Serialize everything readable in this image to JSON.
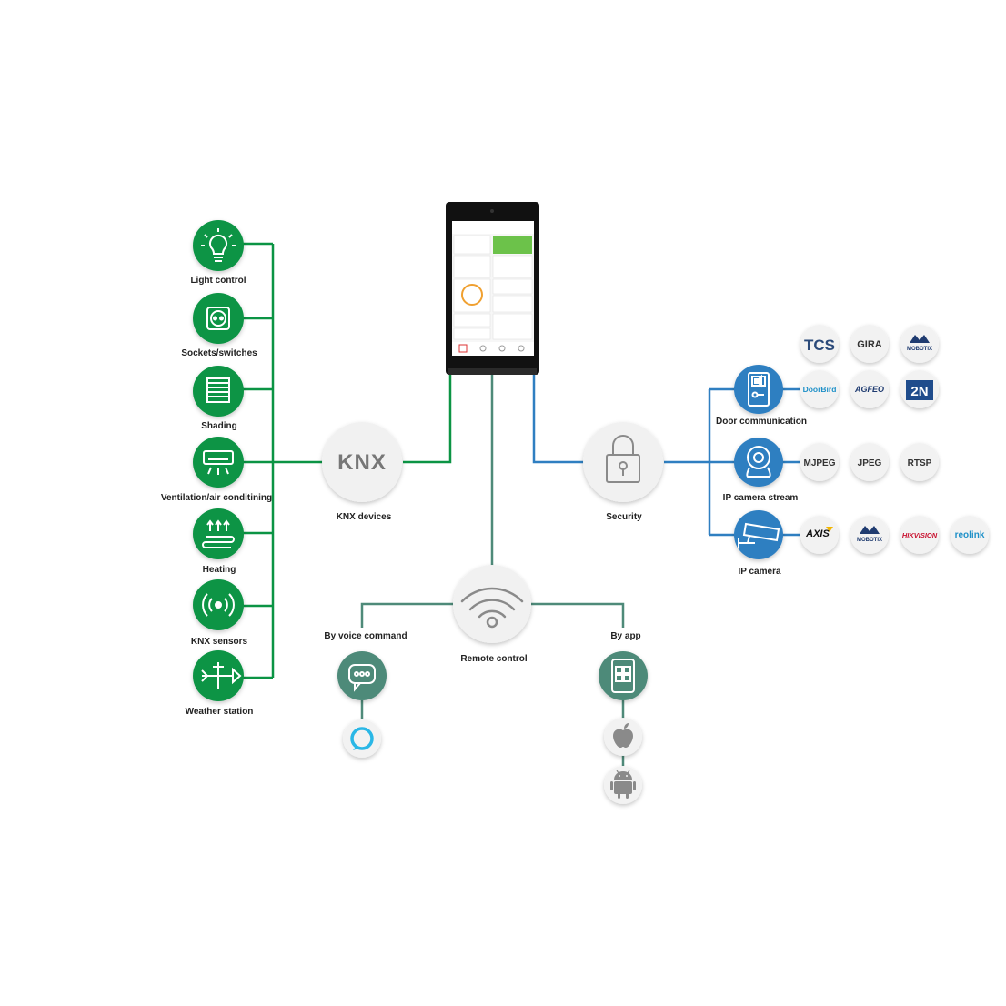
{
  "colors": {
    "knx_green": "#0b9444",
    "security_blue": "#2f7fc1",
    "remote_teal": "#4e8a79",
    "hub_gray": "#f1f1f1",
    "label_text": "#222222"
  },
  "green_nodes": [
    {
      "label": "Light control",
      "icon": "bulb-icon"
    },
    {
      "label": "Sockets/switches",
      "icon": "socket-icon"
    },
    {
      "label": "Shading",
      "icon": "blind-icon"
    },
    {
      "label": "Ventilation/air conditining",
      "icon": "air-conditioner-icon"
    },
    {
      "label": "Heating",
      "icon": "heating-icon"
    },
    {
      "label": "KNX sensors",
      "icon": "sensor-icon"
    },
    {
      "label": "Weather station",
      "icon": "weather-vane-icon"
    }
  ],
  "hubs": {
    "knx": {
      "text": "KNX",
      "label": "KNX devices"
    },
    "security": {
      "label": "Security",
      "icon": "lock-icon"
    },
    "remote": {
      "label": "Remote control",
      "icon": "wifi-icon"
    }
  },
  "blue_nodes": {
    "door": {
      "label": "Door communication",
      "icon": "door-intercom-icon"
    },
    "stream": {
      "label": "IP camera stream",
      "icon": "webcam-icon"
    },
    "camera": {
      "label": "IP camera",
      "icon": "cctv-camera-icon"
    }
  },
  "door_brands_row1": [
    "TCS",
    "GIRA",
    "MOBOTIX"
  ],
  "door_brands_row2": [
    "Door",
    "Bird",
    "AGFEO",
    "2N"
  ],
  "stream_formats": [
    "MJPEG",
    "JPEG",
    "RTSP"
  ],
  "camera_brands": [
    "AXIS",
    "MOBOTIX",
    "HIKVISION",
    "reolink"
  ],
  "remote_nodes": {
    "voice": {
      "label": "By voice command",
      "icon": "chat-bubble-icon",
      "sub_icon": "alexa-icon"
    },
    "app": {
      "label": "By app",
      "icon": "smartphone-app-icon",
      "sub_icons": [
        "apple-icon",
        "android-icon"
      ]
    }
  },
  "device": {
    "icon": "touch-panel-icon"
  }
}
